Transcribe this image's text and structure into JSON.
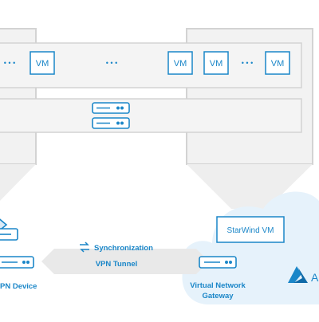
{
  "vm_label": "VM",
  "ellipsis": "•  •  •",
  "labels": {
    "synchronization": "Synchronization",
    "vpn_tunnel": "VPN Tunnel",
    "vpn_device": "PN Device",
    "vnet_gateway_line1": "Virtual Network",
    "vnet_gateway_line2": "Gateway",
    "starwind_vm": "StarWind VM",
    "azure_fragment": "A"
  },
  "colors": {
    "accent": "#1a86c8",
    "panel_fill": "#f2f2f2",
    "panel_border": "#d3d3d3",
    "band_fill": "#f4f4f4",
    "cloud_fill": "#e6f2fb",
    "tunnel_fill": "#e9e9e9"
  },
  "icons": [
    "server-stack-icon",
    "router-icon",
    "sync-arrows-icon",
    "azure-logo-icon"
  ]
}
